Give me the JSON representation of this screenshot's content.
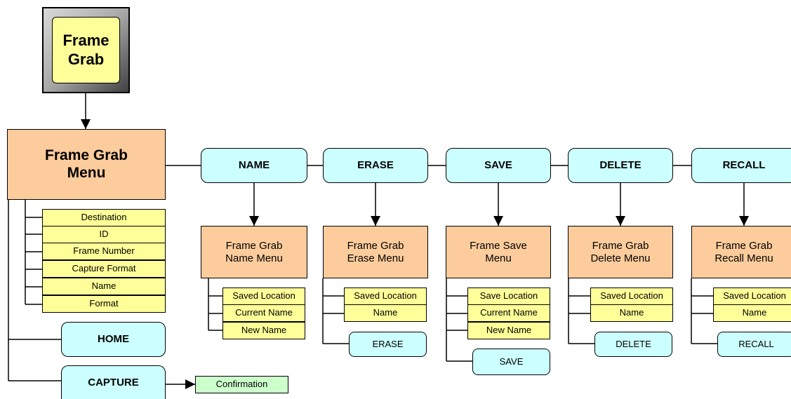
{
  "button_key": {
    "label": "Frame\nGrab"
  },
  "main_menu": {
    "title": "Frame Grab\nMenu"
  },
  "main_items": [
    "Destination",
    "ID",
    "Frame Number",
    "Capture Format",
    "Name",
    "Format"
  ],
  "home": "HOME",
  "capture": "CAPTURE",
  "confirmation": "Confirmation",
  "softkeys": [
    {
      "key": "NAME",
      "menu": "Frame Grab\nName Menu",
      "items": [
        "Saved Location",
        "Current Name",
        "New Name"
      ],
      "action": ""
    },
    {
      "key": "ERASE",
      "menu": "Frame Grab\nErase Menu",
      "items": [
        "Saved Location",
        "Name"
      ],
      "action": "ERASE"
    },
    {
      "key": "SAVE",
      "menu": "Frame Save\nMenu",
      "items": [
        "Save Location",
        "Current Name",
        "New Name"
      ],
      "action": "SAVE"
    },
    {
      "key": "DELETE",
      "menu": "Frame Grab\nDelete Menu",
      "items": [
        "Saved Location",
        "Name"
      ],
      "action": "DELETE"
    },
    {
      "key": "RECALL",
      "menu": "Frame Grab\nRecall Menu",
      "items": [
        "Saved Location",
        "Name"
      ],
      "action": "RECALL"
    }
  ],
  "colors": {
    "menu": "#fdcc9c",
    "softkey": "#ccffff",
    "item": "#ffff99",
    "confirmation": "#ccffcc",
    "key_face": "#ffff99"
  }
}
